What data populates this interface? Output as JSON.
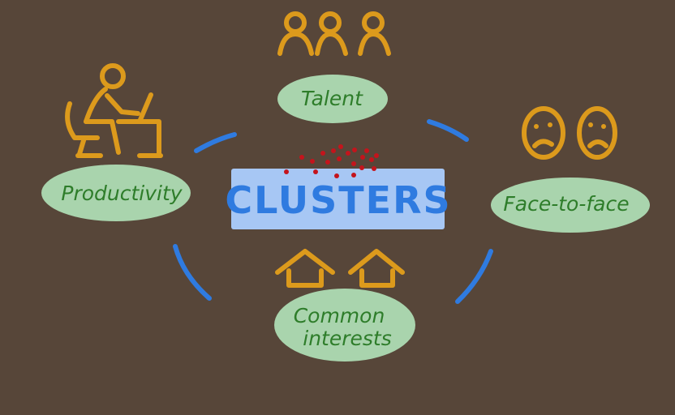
{
  "center": {
    "title": "CLUSTERS"
  },
  "nodes": {
    "talent": {
      "label": "Talent"
    },
    "productivity": {
      "label": "Productivity"
    },
    "face_to_face": {
      "label": "Face-to-face"
    },
    "common_interests": {
      "label_line1": "Common",
      "label_line2": "interests"
    }
  },
  "colors": {
    "background": "#574639",
    "pill": "#a9d4ad",
    "pill_text": "#2e7d2a",
    "center_box": "#a7c7f4",
    "center_text": "#2f7be0",
    "connector": "#2f7be0",
    "icon": "#dc9a1c",
    "dots": "#c4141c"
  },
  "icons": {
    "talent": "people-icon",
    "productivity": "person-at-desk-icon",
    "face_to_face": "faces-icon",
    "common_interests": "houses-icon"
  }
}
